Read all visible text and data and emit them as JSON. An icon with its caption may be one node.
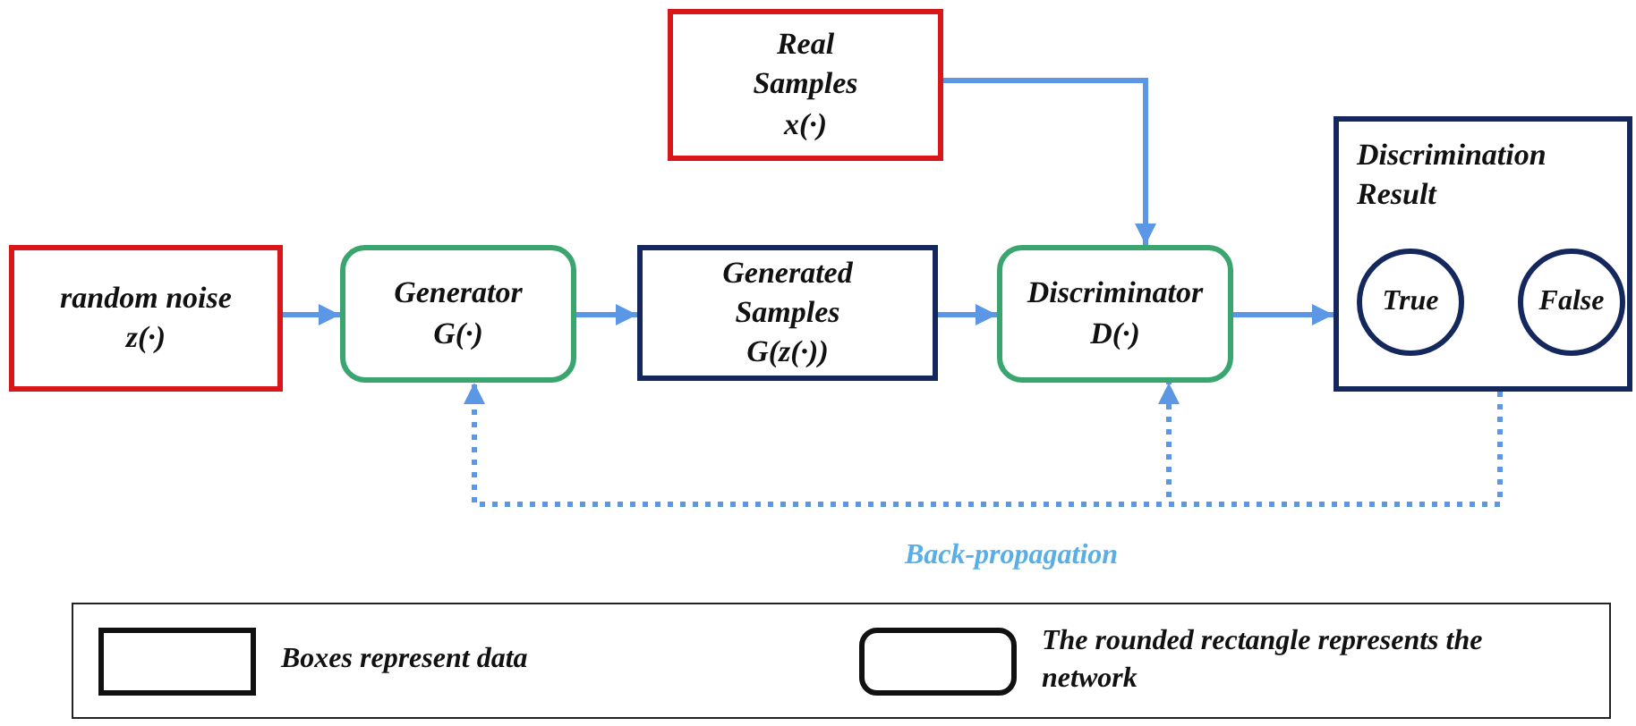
{
  "diagram": {
    "nodes": [
      {
        "text": [
          "random noise",
          "z(·)"
        ]
      },
      {
        "text": [
          "Generator",
          "G(·)"
        ]
      },
      {
        "text": [
          "Generated Samples",
          "G(z(·))"
        ]
      },
      {
        "text": [
          "Real Samples",
          "x(·)"
        ]
      },
      {
        "text": [
          "Discriminator",
          "D(·)"
        ]
      },
      {
        "text": [
          "Discrimination Result"
        ]
      },
      {
        "text": [
          "True"
        ],
        "in": 5
      },
      {
        "text": [
          "False"
        ],
        "in": 5
      }
    ],
    "edges": [
      {
        "from": 0,
        "to": 1,
        "arrow": "to"
      },
      {
        "from": 1,
        "to": 2,
        "arrow": "to"
      },
      {
        "from": 2,
        "to": 4,
        "arrow": "to"
      },
      {
        "from": 4,
        "to": 5,
        "arrow": "to"
      },
      {
        "from": 3,
        "to": 4,
        "arrow": "to"
      },
      {
        "from": 5,
        "to": 1,
        "arrow": "to",
        "style": "dashed",
        "label": "Back-propagation"
      },
      {
        "from": 5,
        "to": 4,
        "arrow": "to",
        "style": "dashed"
      }
    ],
    "legend": [
      {
        "text": "Boxes represent data"
      },
      {
        "text": "The rounded rectangle represents the network"
      }
    ]
  }
}
